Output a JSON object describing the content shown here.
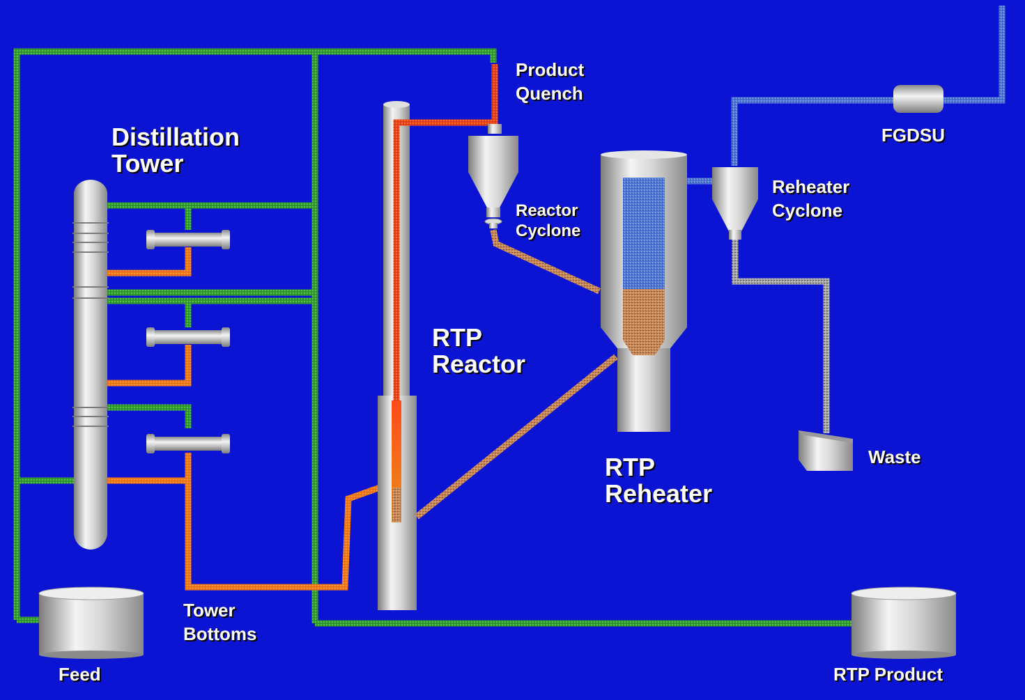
{
  "labels": {
    "distillation_tower": [
      "Distillation",
      "Tower"
    ],
    "product_quench": [
      "Product",
      "Quench"
    ],
    "reactor_cyclone": [
      "Reactor",
      "Cyclone"
    ],
    "rtp_reactor": [
      "RTP",
      "Reactor"
    ],
    "fgdsu": "FGDSU",
    "reheater_cyclone": [
      "Reheater",
      "Cyclone"
    ],
    "rtp_reheater": [
      "RTP",
      "Reheater"
    ],
    "waste": "Waste",
    "tower_bottoms": [
      "Tower",
      "Bottoms"
    ],
    "feed": "Feed",
    "rtp_product": "RTP Product"
  },
  "colors": {
    "background": "#0b14d2",
    "feed_line": "#2f9a2f",
    "bottoms_line": "#f07a1a",
    "hot_riser": "#e8401a",
    "sand": "#c98a5a",
    "flue_gas": "#6a8ee0",
    "ash": "#a8a8a8",
    "equipment": "#d4d4d4"
  }
}
